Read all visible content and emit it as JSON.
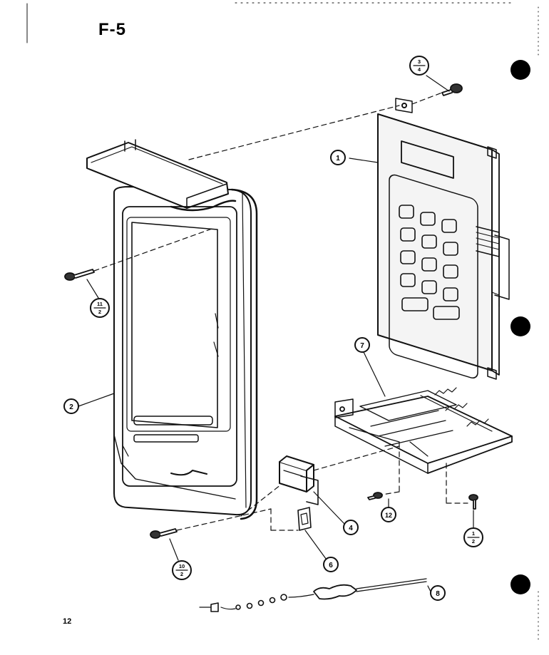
{
  "figure_id": "F-5",
  "page_number": "12",
  "callouts": {
    "c1": "1",
    "c2": "2",
    "c4": "4",
    "c6": "6",
    "c7": "7",
    "c8": "8",
    "c12": "12"
  },
  "fractions": {
    "f3": {
      "num": "3",
      "den": "4"
    },
    "f11": {
      "num": "11",
      "den": "2"
    },
    "f10": {
      "num": "10",
      "den": "2"
    },
    "f1": {
      "num": "1",
      "den": "2"
    }
  },
  "colors": {
    "ink": "#111111",
    "paper": "#ffffff",
    "panel_fill": "#f4f4f4"
  }
}
